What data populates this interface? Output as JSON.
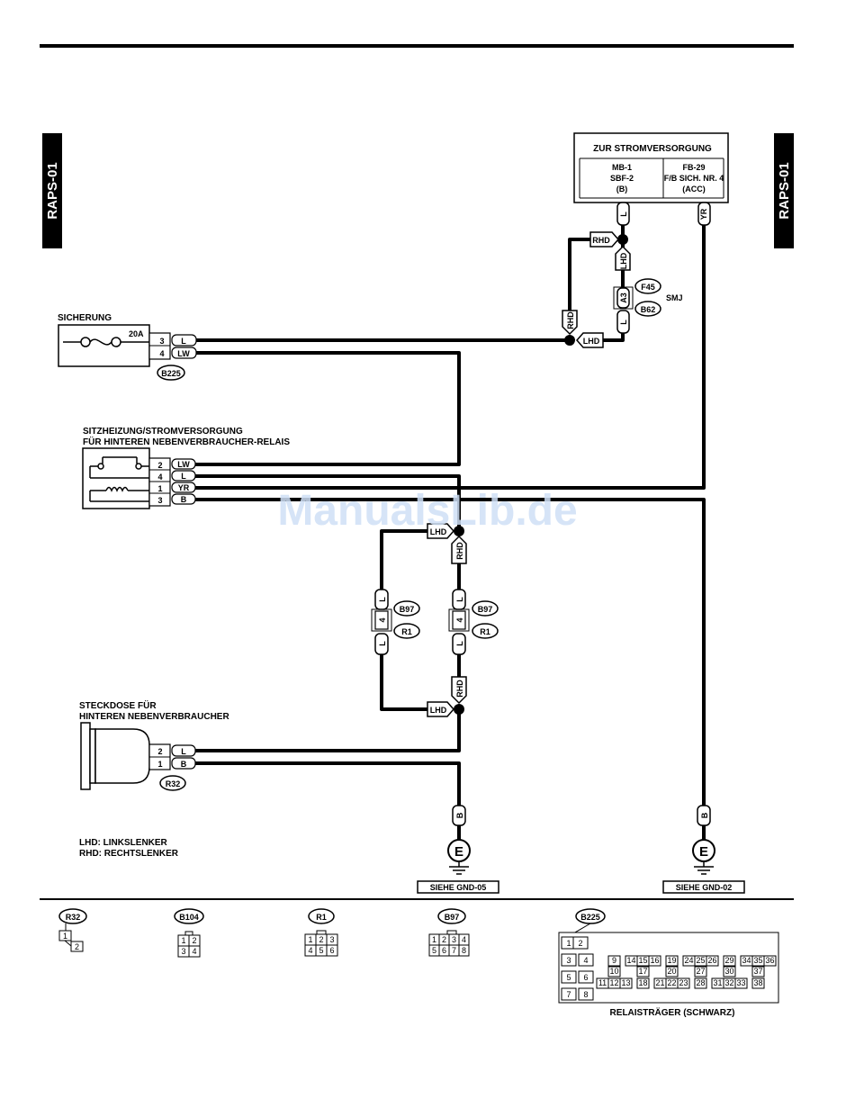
{
  "side_label": "RAPS-01",
  "power_box": {
    "title": "ZUR STROMVERSORGUNG",
    "left": [
      "MB-1",
      "SBF-2",
      "(B)"
    ],
    "right": [
      "FB-29",
      "F/B SICH. NR. 4",
      "(ACC)"
    ]
  },
  "fuse": {
    "title": "SICHERUNG",
    "rating": "20A",
    "connector": "B225",
    "pins": [
      {
        "num": "3",
        "wire": "L"
      },
      {
        "num": "4",
        "wire": "LW"
      }
    ]
  },
  "relay": {
    "title_line1": "SITZHEIZUNG/STROMVERSORGUNG",
    "title_line2": "FÜR HINTEREN NEBENVERBRAUCHER-RELAIS",
    "pins": [
      {
        "num": "2",
        "wire": "LW"
      },
      {
        "num": "4",
        "wire": "L"
      },
      {
        "num": "1",
        "wire": "YR"
      },
      {
        "num": "3",
        "wire": "B"
      }
    ]
  },
  "socket": {
    "title_line1": "STECKDOSE FÜR",
    "title_line2": "HINTEREN NEBENVERBRAUCHER",
    "connector": "R32",
    "pins": [
      {
        "num": "2",
        "wire": "L"
      },
      {
        "num": "1",
        "wire": "B"
      }
    ]
  },
  "wires": {
    "l": "L",
    "yr": "YR",
    "b": "B",
    "a3": "A3",
    "four": "4"
  },
  "tags": {
    "lhd": "LHD",
    "rhd": "RHD"
  },
  "connectors": {
    "f45": "F45",
    "b62": "B62",
    "b97": "B97",
    "r1": "R1",
    "smj": "SMJ"
  },
  "ground": {
    "symbol": "E",
    "left_ref": "SIEHE GND-05",
    "right_ref": "SIEHE GND-02"
  },
  "legend": {
    "lhd": "LHD: LINKSLENKER",
    "rhd": "RHD: RECHTSLENKER"
  },
  "pinouts": {
    "r32": {
      "name": "R32",
      "pins": [
        "1",
        "2"
      ]
    },
    "b104": {
      "name": "B104",
      "pins": [
        "1",
        "2",
        "3",
        "4"
      ]
    },
    "r1": {
      "name": "R1",
      "pins": [
        "1",
        "2",
        "3",
        "4",
        "5",
        "6"
      ]
    },
    "b97": {
      "name": "B97",
      "pins": [
        "1",
        "2",
        "3",
        "4",
        "5",
        "6",
        "7",
        "8"
      ]
    },
    "b225": {
      "name": "B225",
      "caption": "RELAISTRÄGER (SCHWARZ)",
      "pins": [
        "1",
        "2",
        "3",
        "4",
        "5",
        "6",
        "7",
        "8",
        "9",
        "10",
        "11",
        "12",
        "13",
        "14",
        "15",
        "16",
        "17",
        "18",
        "19",
        "20",
        "21",
        "22",
        "23",
        "24",
        "25",
        "26",
        "27",
        "28",
        "29",
        "30",
        "31",
        "32",
        "33",
        "34",
        "35",
        "36",
        "37",
        "38"
      ]
    }
  },
  "watermark": "ManualsLib.de"
}
